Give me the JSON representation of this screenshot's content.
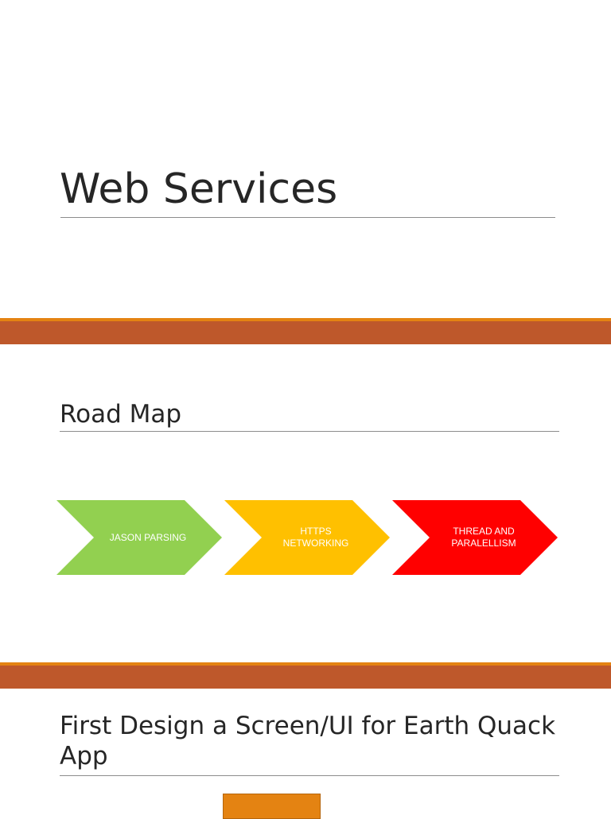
{
  "slides": [
    {
      "title": "Web Services"
    },
    {
      "title": "Road Map",
      "steps": [
        {
          "label": "JASON PARSING",
          "color": "#92D050"
        },
        {
          "label": "HTTPS NETWORKING",
          "color": "#FFC000"
        },
        {
          "label": "THREAD AND PARALELLISM",
          "color": "#FF0000"
        }
      ]
    },
    {
      "title": "First Design a Screen/UI for Earth Quack App"
    }
  ],
  "colors": {
    "divider": "#BE582B",
    "divider_accent": "#E48312",
    "shape_fill": "#E48312"
  }
}
